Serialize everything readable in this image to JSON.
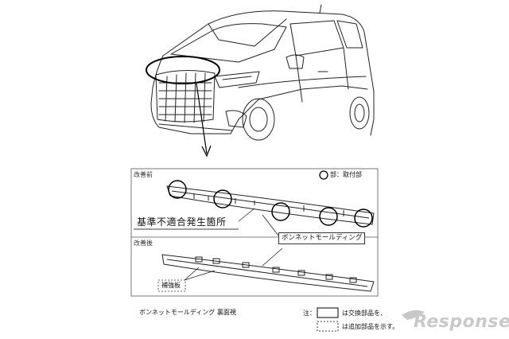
{
  "diagram": {
    "before_label": "改善前",
    "after_label": "改善後",
    "legend_mount": "部：取付部",
    "defect_label": "基準不適合発生箇所",
    "part_label": "ボンネットモールディング",
    "reinforce_label": "補強板",
    "caption": "ボンネットモールディング 裏面視",
    "note_prefix": "注：",
    "note_replace": "は交換部品を、",
    "note_add": "は追加部品を示す。"
  },
  "watermark": {
    "brand": "Response."
  }
}
